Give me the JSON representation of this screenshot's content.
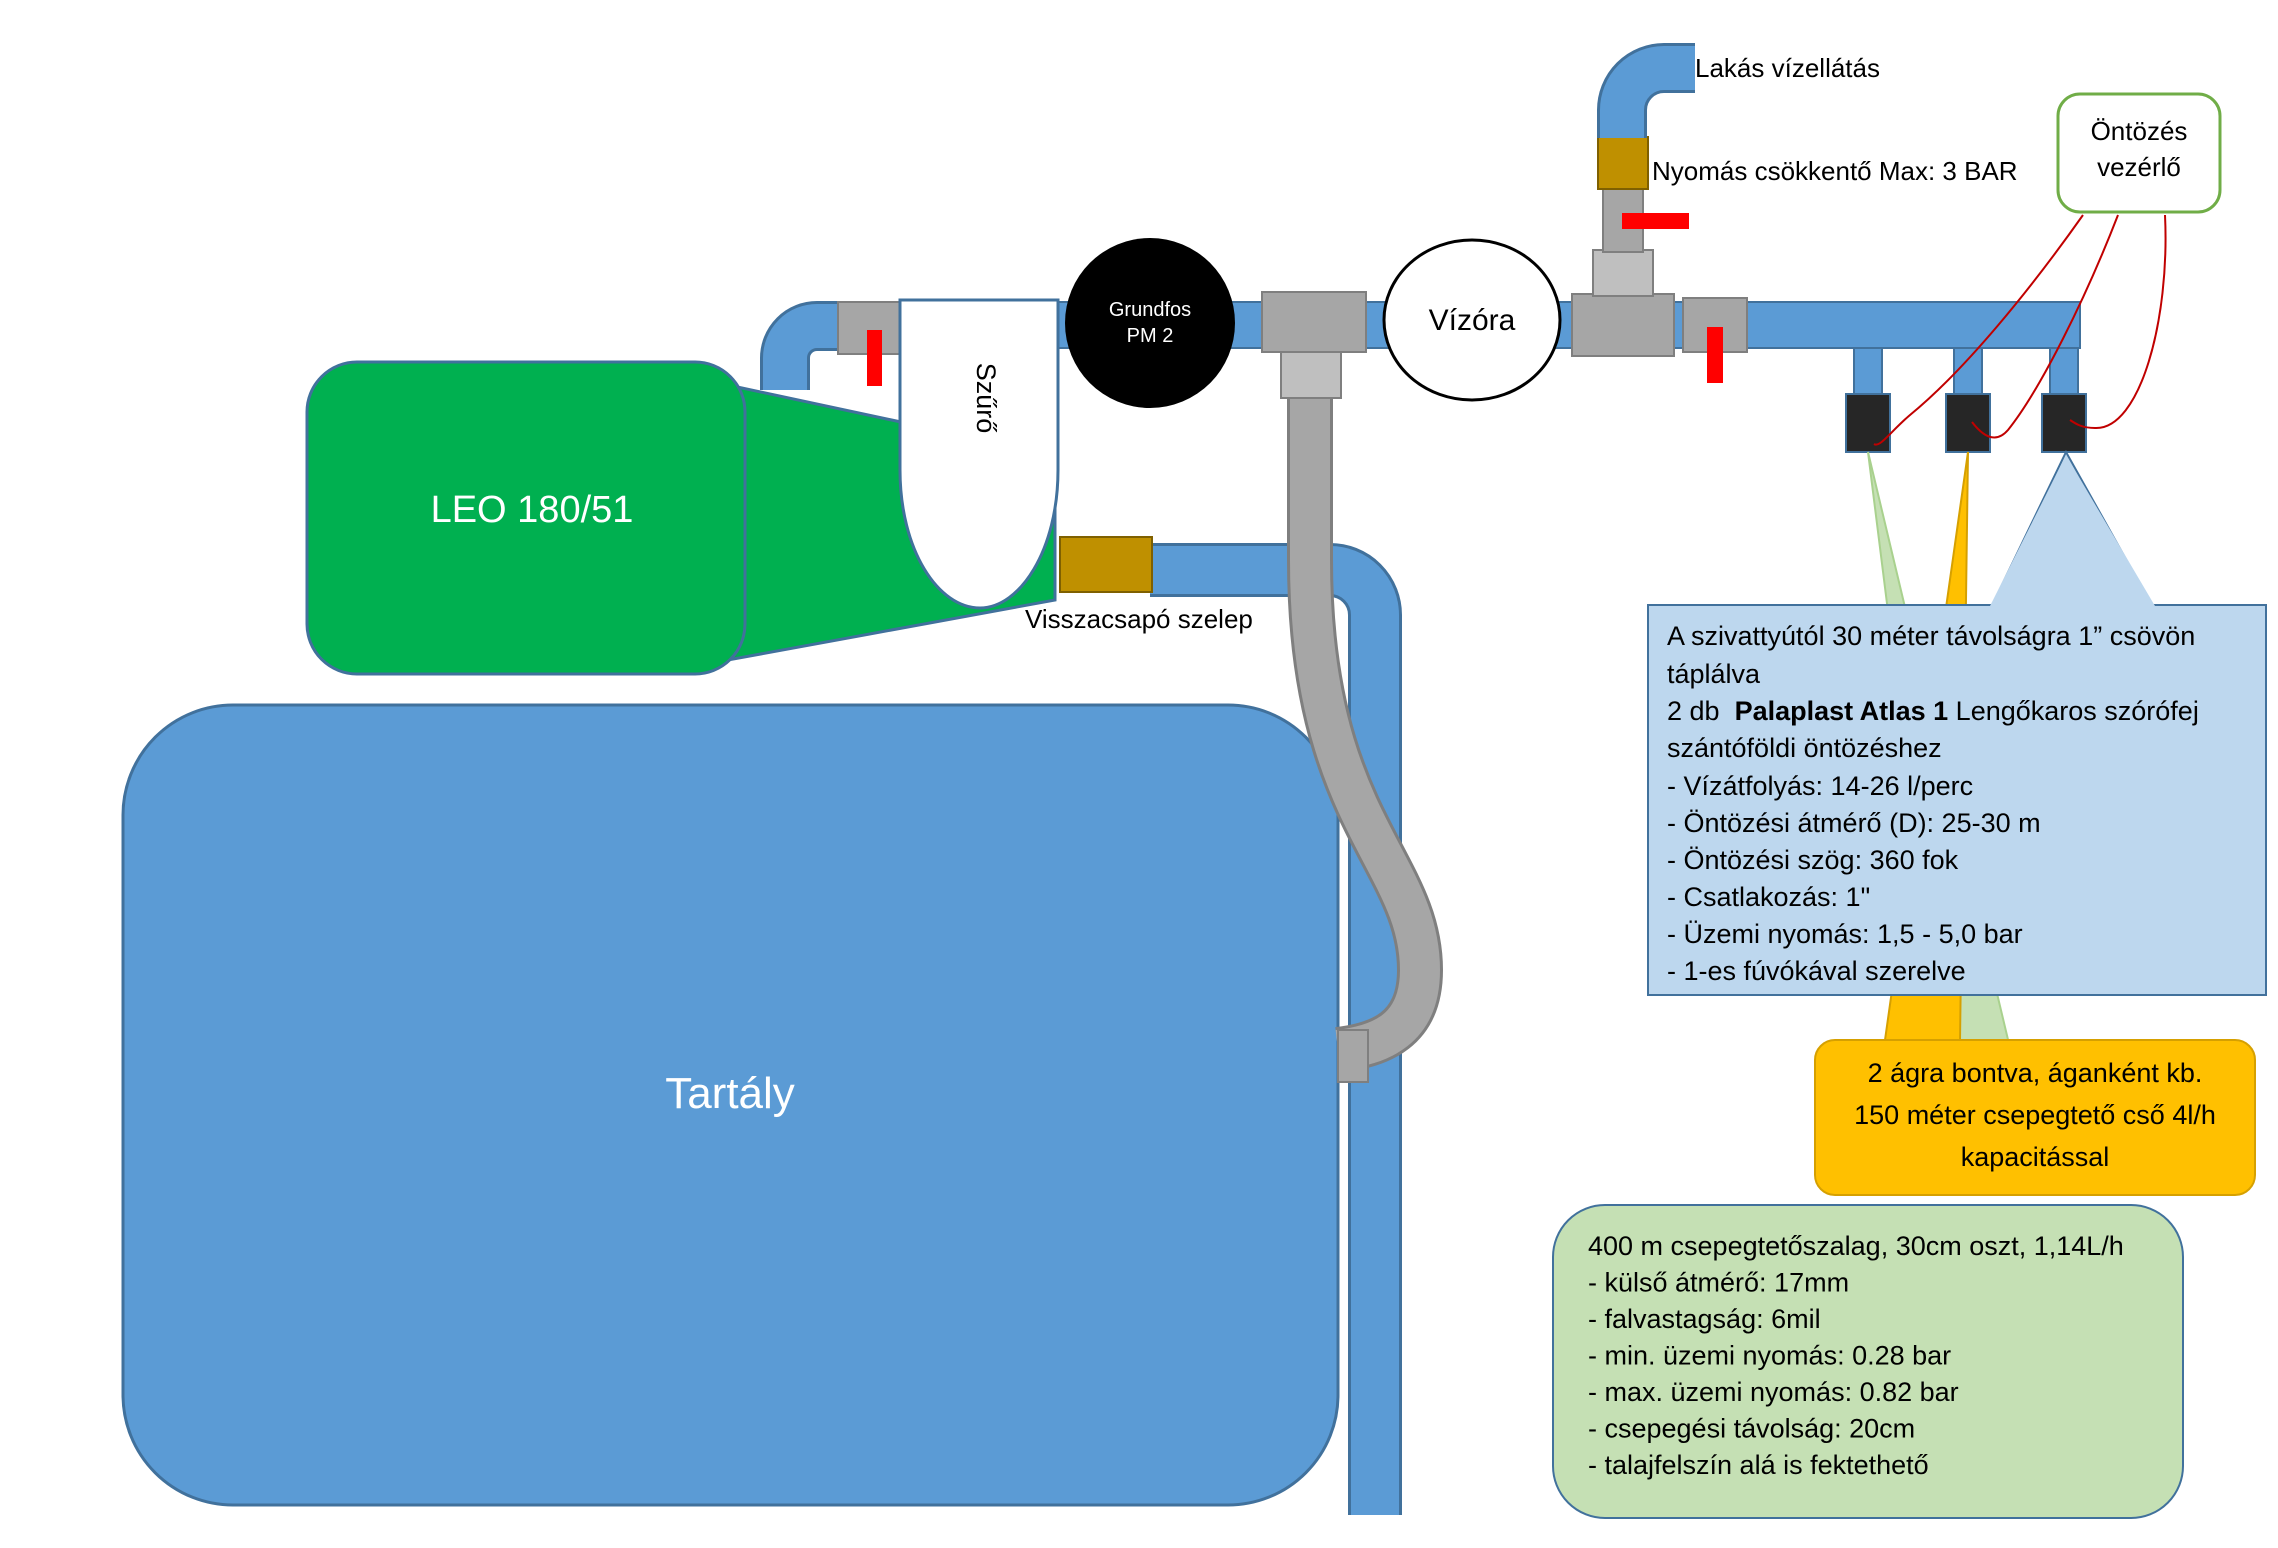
{
  "tank": {
    "label": "Tartály",
    "color": "#5b9bd5"
  },
  "pump": {
    "label": "LEO 180/51",
    "color": "#00b050"
  },
  "filter": {
    "label": "Szűrő"
  },
  "booster": {
    "line1": "Grundfos",
    "line2": "PM 2"
  },
  "water_meter": {
    "label": "Vízóra"
  },
  "check_valve": {
    "label": "Visszacsapó szelep",
    "color": "#bf9000"
  },
  "house_supply": {
    "label": "Lakás vízellátás"
  },
  "pressure_reducer": {
    "label": "Nyomás csökkentő Max: 3 BAR"
  },
  "controller": {
    "line1": "Öntözés",
    "line2": "vezérlő",
    "border_color": "#70ad47"
  },
  "sprinkler_box": {
    "color": "#bdd7ee",
    "line1": "A szivattyútól 30 méter távolságra 1” csövön",
    "line2": "táplálva",
    "line3_prefix": "2 db  ",
    "line3_bold": "Palaplast Atlas 1",
    "line3_suffix": " Lengőkaros szórófej",
    "line4": "szántóföldi öntözéshez",
    "items": [
      "- Vízátfolyás: 14-26 l/perc",
      "- Öntözési átmérő (D): 25-30 m",
      "- Öntözési szög: 360 fok",
      "- Csatlakozás: 1\"",
      "- Üzemi nyomás: 1,5 - 5,0 bar",
      "- 1-es fúvókával szerelve"
    ]
  },
  "drip_pipe_box": {
    "color": "#ffc000",
    "lines": [
      "2 ágra bontva, áganként kb.",
      "150 méter csepegtető cső 4l/h",
      "kapacitással"
    ]
  },
  "drip_tape_box": {
    "color": "#c5e0b4",
    "lines": [
      "400 m  csepegtetőszalag, 30cm oszt, 1,14L/h",
      "- külső átmérő: 17mm",
      "- falvastagság: 6mil",
      "- min. üzemi nyomás: 0.28 bar",
      "- max. üzemi nyomás: 0.82 bar",
      "- csepegési távolság: 20cm",
      "- talajfelszín alá is fektethető"
    ]
  },
  "colors": {
    "pipe": "#5b9bd5",
    "fitting": "#a6a6a6",
    "valve_handle": "#ff0000",
    "solenoid": "#262626",
    "wire": "#c00000"
  }
}
